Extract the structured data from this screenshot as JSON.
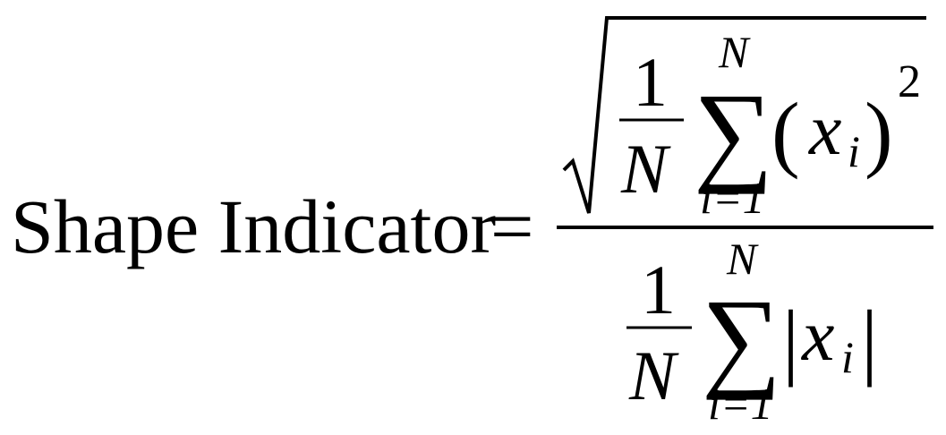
{
  "formula": {
    "lhs": "Shape Indicator",
    "equals": "=",
    "numerator": {
      "fraction_one": "1",
      "fraction_n": "N",
      "sum_symbol": "∑",
      "sum_upper": "N",
      "sum_lower": "i=1",
      "open_paren": "(",
      "variable": "x",
      "subscript": "i",
      "close_paren": ")",
      "exponent": "2"
    },
    "denominator": {
      "fraction_one": "1",
      "fraction_n": "N",
      "sum_symbol": "∑",
      "sum_upper": "N",
      "sum_lower": "i=1",
      "abs_open": "|",
      "variable": "x",
      "subscript": "i",
      "abs_close": "|"
    }
  }
}
